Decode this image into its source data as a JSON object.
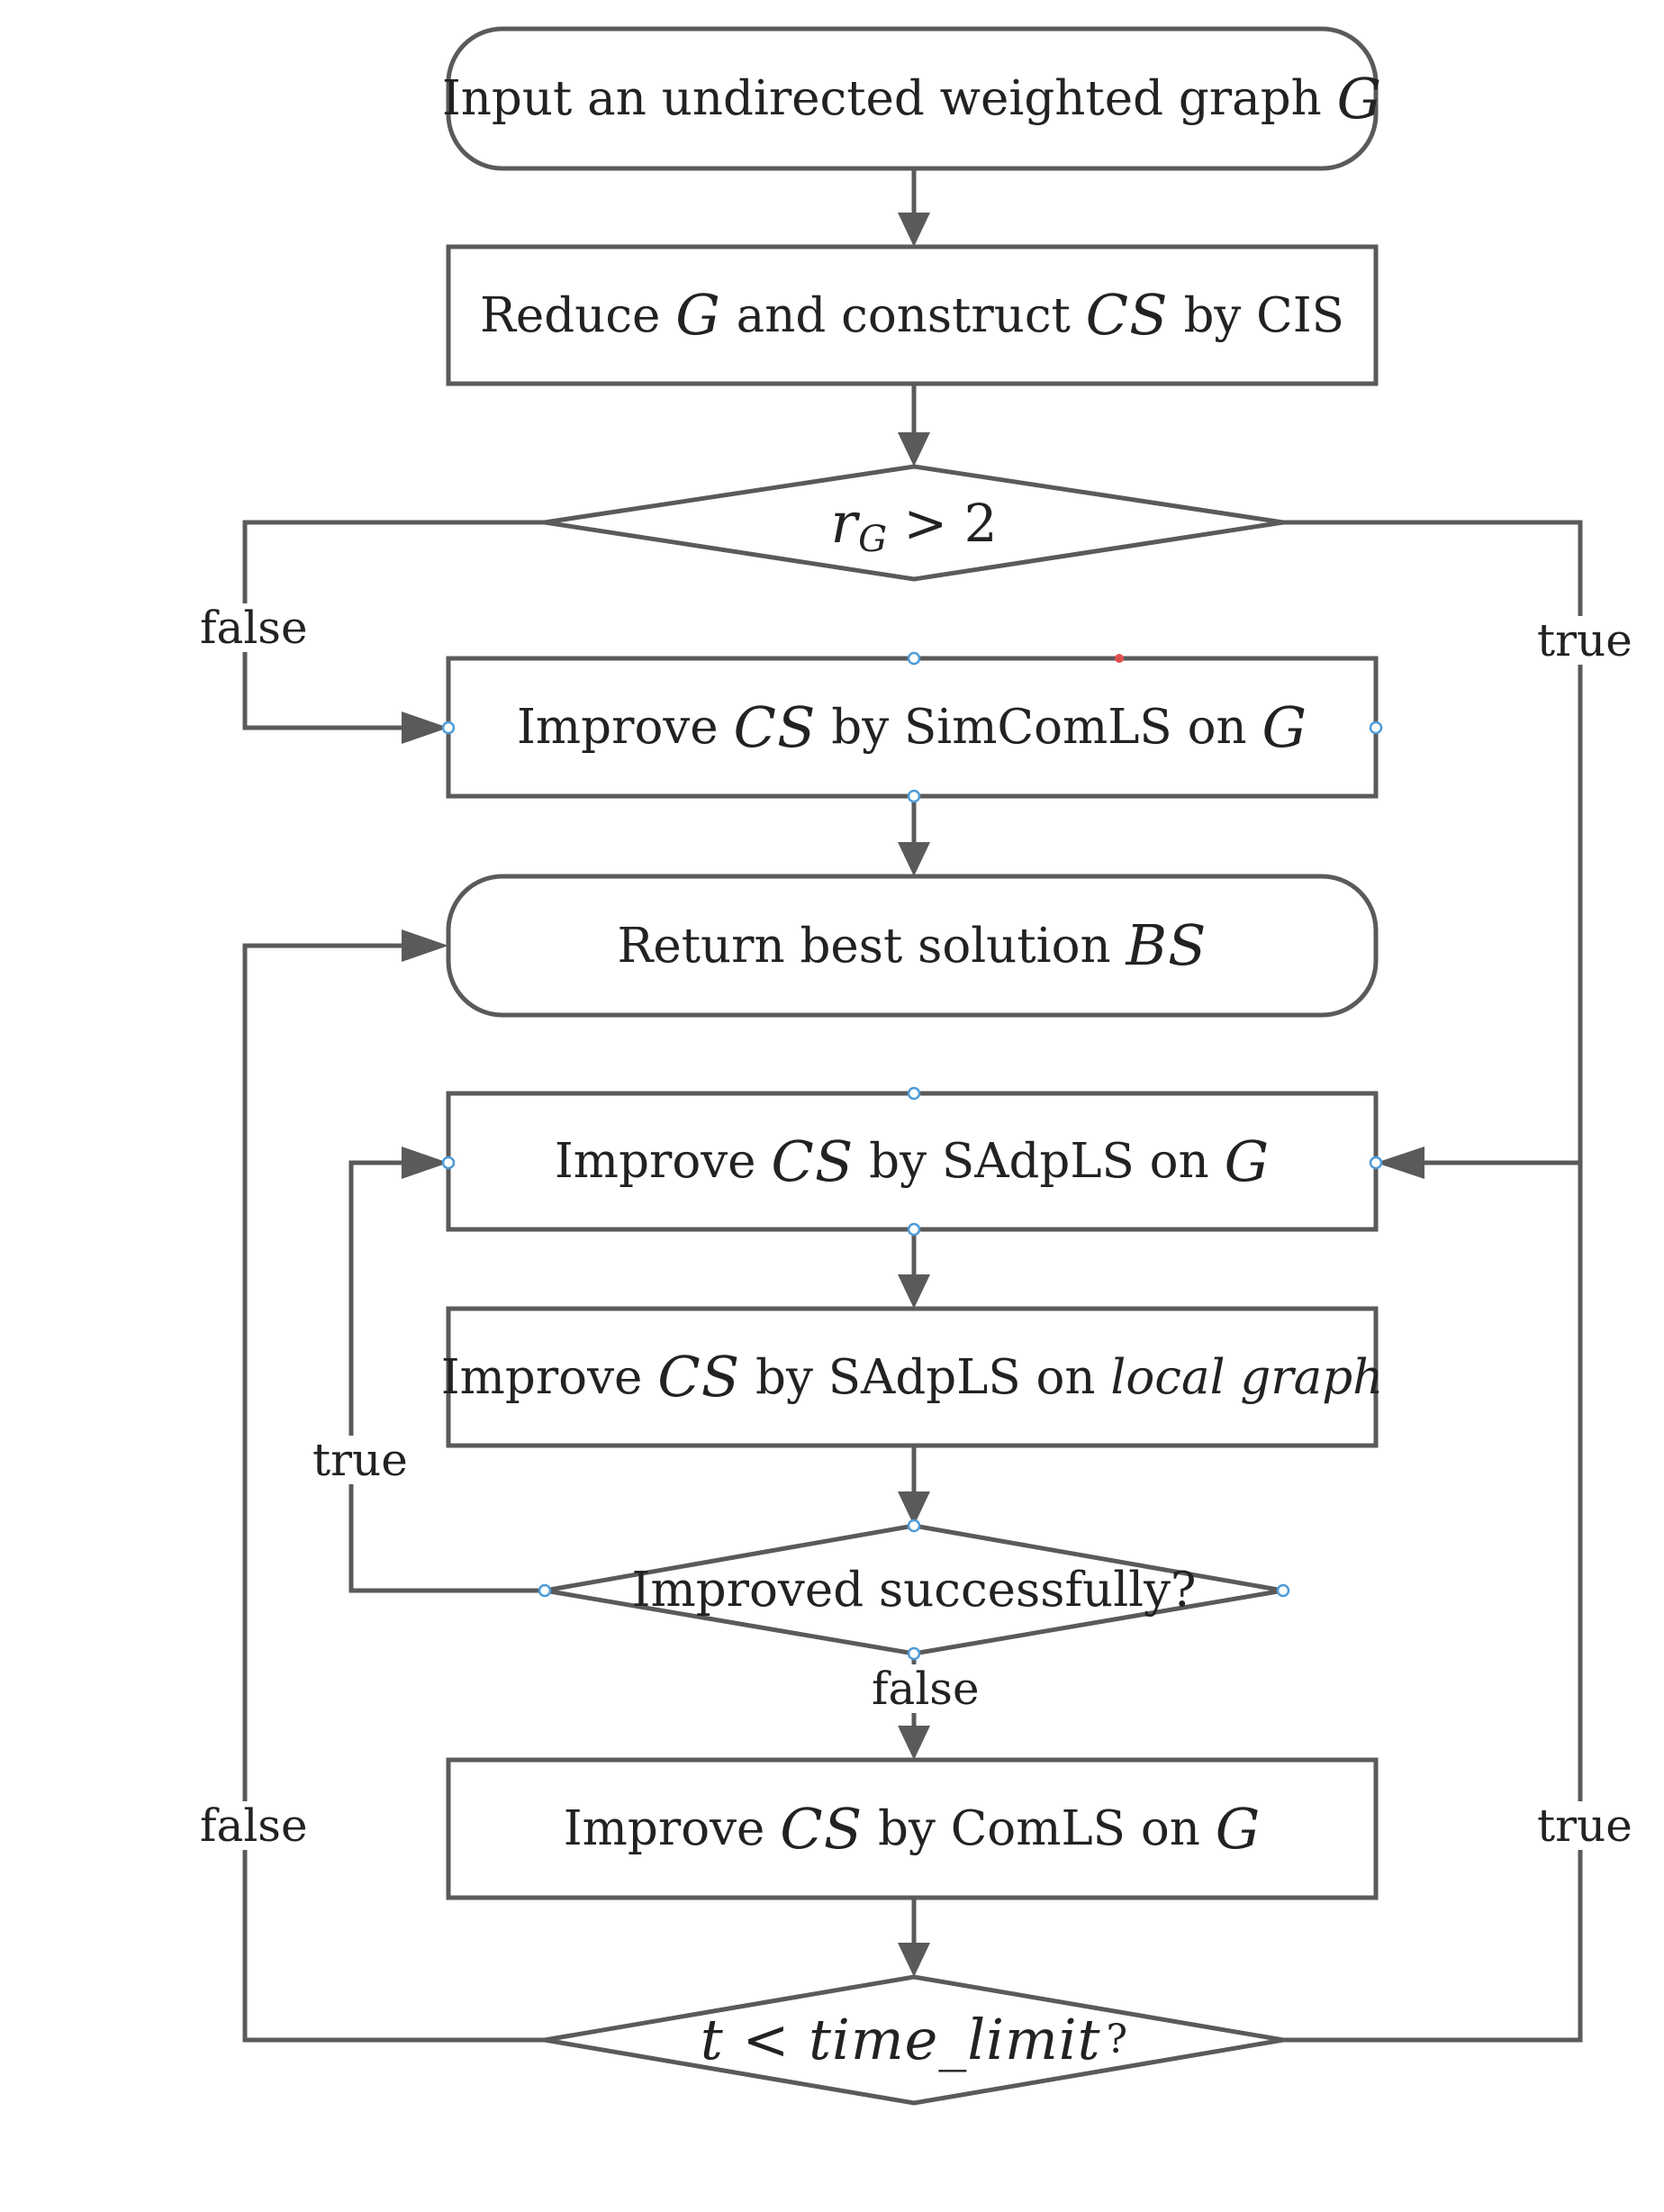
{
  "nodes": {
    "input": {
      "before": "Input an undirected weighted graph ",
      "var": "G"
    },
    "reduce": {
      "before": "Reduce ",
      "var1": "G",
      "mid": " and construct ",
      "var2": "CS",
      "after": " by CIS"
    },
    "cond_rg": {
      "var": "r",
      "sub": "G",
      "op": " > 2"
    },
    "simcomls": {
      "before": "Improve ",
      "var1": "CS",
      "mid": " by SimComLS on ",
      "var2": "G"
    },
    "return": {
      "before": "Return best solution ",
      "var": "BS"
    },
    "sadpls_g": {
      "before": "Improve ",
      "var1": "CS",
      "mid": " by SAdpLS on ",
      "var2": "G"
    },
    "sadpls_local": {
      "before": "Improve ",
      "var1": "CS",
      "mid": " by SAdpLS on ",
      "italic": "local graph"
    },
    "improved": {
      "text": "Improved successfully?"
    },
    "comls": {
      "before": "Improve ",
      "var1": "CS",
      "mid": " by ComLS on ",
      "var2": "G"
    },
    "time": {
      "expr": "t < time_limit",
      "after": "?"
    }
  },
  "edge_labels": {
    "rg_false": "false",
    "rg_true": "true",
    "improved_true": "true",
    "improved_false": "false",
    "time_false": "false",
    "time_true": "true"
  },
  "colors": {
    "stroke": "#5a5a5a",
    "text": "#222222",
    "handle": "#4f9bd6",
    "handle_marker": "#e05050"
  }
}
